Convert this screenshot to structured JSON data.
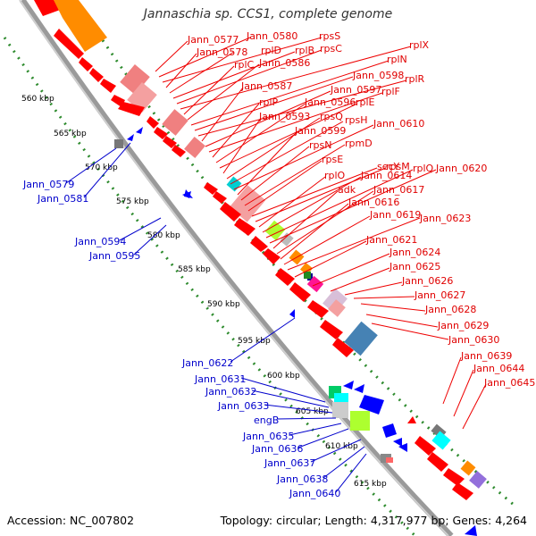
{
  "title": "Jannaschia sp. CCS1, complete genome",
  "footer": {
    "accession": "Accession: NC_007802",
    "topology": "Topology: circular; Length: 4,317,977 bp; Genes: 4,264"
  },
  "colors": {
    "forward_gene": "#ff0000",
    "reverse_gene": "#0000ff",
    "forward_label": "#e00000",
    "reverse_label": "#0000cc",
    "backbone": "#999999",
    "dotted_ring": "#2e8b2e"
  },
  "kbp_ticks": [
    "560 kbp",
    "565 kbp",
    "570 kbp",
    "575 kbp",
    "580 kbp",
    "585 kbp",
    "590 kbp",
    "595 kbp",
    "600 kbp",
    "605 kbp",
    "610 kbp",
    "615 kbp"
  ],
  "labels_forward": [
    "Jann_0577",
    "Jann_0580",
    "rpsS",
    "Jann_0578",
    "rplD",
    "rplB",
    "rpsC",
    "rplX",
    "rplC",
    "Jann_0586",
    "rplN",
    "Jann_0598",
    "rplR",
    "Jann_0587",
    "Jann_0597",
    "rplF",
    "rplP",
    "Jann_0596",
    "rplE",
    "Jann_0593",
    "rpsQ",
    "rpsH",
    "Jann_0610",
    "Jann_0599",
    "rpsN",
    "rpmD",
    "rpsE",
    "secY",
    "rpsM",
    "rplO",
    "Jann_0614",
    "rplQ",
    "Jann_0620",
    "adk",
    "Jann_0617",
    "Jann_0616",
    "Jann_0619",
    "Jann_0623",
    "Jann_0621",
    "Jann_0624",
    "Jann_0625",
    "Jann_0626",
    "Jann_0627",
    "Jann_0628",
    "Jann_0629",
    "Jann_0630",
    "Jann_0639",
    "Jann_0644",
    "Jann_0645"
  ],
  "labels_reverse": [
    "Jann_0579",
    "Jann_0581",
    "Jann_0594",
    "Jann_0595",
    "Jann_0622",
    "Jann_0631",
    "Jann_0632",
    "Jann_0633",
    "engB",
    "Jann_0635",
    "Jann_0636",
    "Jann_0637",
    "Jann_0638",
    "Jann_0640"
  ]
}
